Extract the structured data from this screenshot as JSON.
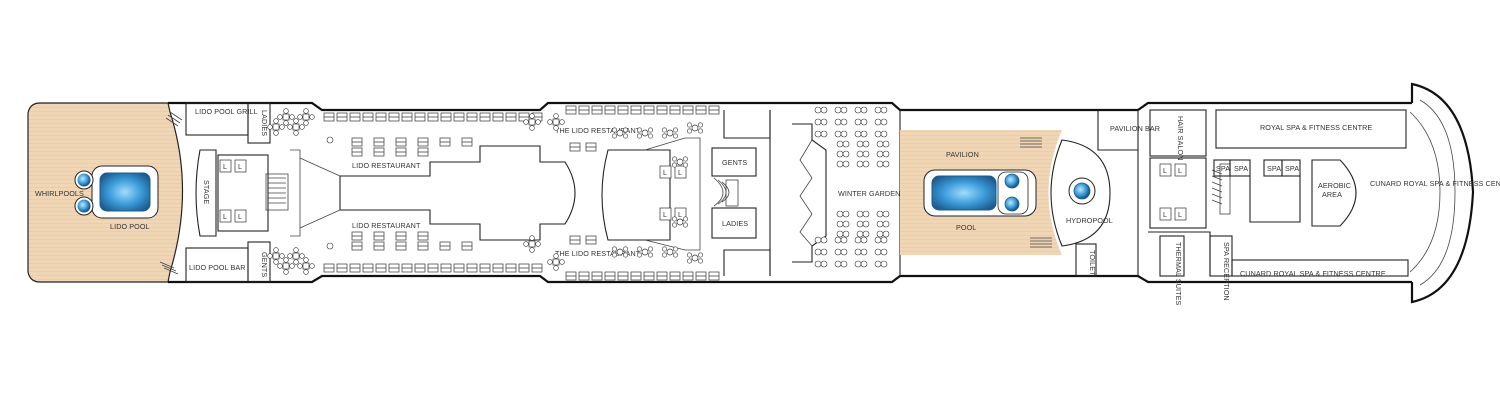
{
  "colors": {
    "deck_wood": "#f1d6b6",
    "deck_wood_line": "#e3c29c",
    "wall": "#222222",
    "pool_water": "#3a9ad8",
    "pool_edge": "#1d5c8f"
  },
  "labels": {
    "whirlpools": "WHIRLPOOLS",
    "lido_pool": "LIDO POOL",
    "lido_pool_grill": "LIDO POOL GRILL",
    "ladies_top": "LADIES",
    "stage": "STAGE",
    "lido_pool_bar": "LIDO POOL BAR",
    "gents_bottom": "GENTS",
    "lido_restaurant_top": "LIDO RESTAURANT",
    "lido_restaurant_bottom": "LIDO RESTAURANT",
    "the_lido_restaurant_top": "THE LIDO RESTAURANT",
    "the_lido_restaurant_bottom": "THE LIDO RESTAURANT",
    "gents_mid": "GENTS",
    "ladies_mid": "LADIES",
    "winter_garden": "WINTER GARDEN",
    "pavilion": "PAVILION",
    "pool": "POOL",
    "hydropool": "HYDROPOOL",
    "pavilion_bar": "PAVILION BAR",
    "toilet": "TOILET",
    "hair_salon": "HAIR SALON",
    "royal_spa_top": "ROYAL SPA & FITNESS CENTRE",
    "spa_1": "SPA",
    "spa_2": "SPA",
    "spa_3": "SPA",
    "spa_4": "SPA",
    "aerobic_area": "AEROBIC AREA",
    "cunard_spa_side": "CUNARD ROYAL SPA & FITNESS CENTRE",
    "thermal_suites": "THERMAL SUITES",
    "spa_reception": "SPA RECEPTION",
    "cunard_spa_bottom": "CUNARD ROYAL SPA & FITNESS CENTRE",
    "lift": "L"
  },
  "icons": {
    "whirlpool": "whirlpool-icon",
    "stairs": "stairs-icon",
    "table": "table-icon",
    "lift": "lift-icon"
  }
}
